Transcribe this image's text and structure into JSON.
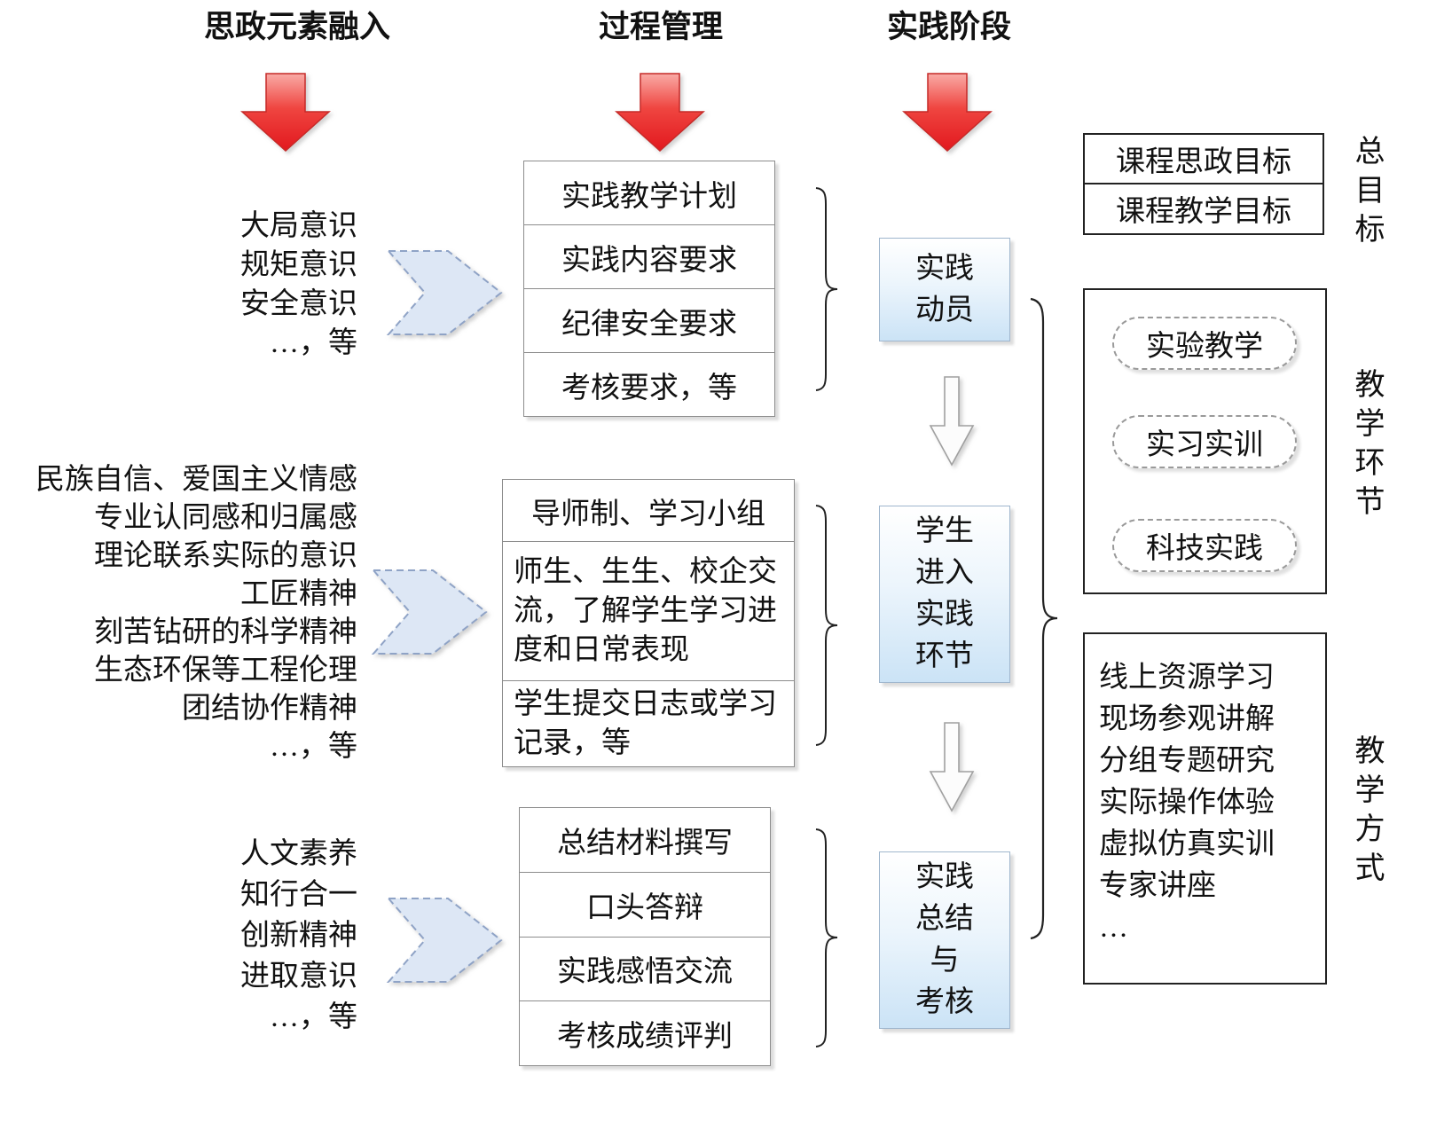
{
  "headers": {
    "ideology": "思政元素融入",
    "process": "过程管理",
    "practice": "实践阶段"
  },
  "left_blocks": [
    {
      "lines": [
        "大局意识",
        "规矩意识",
        "安全意识",
        "…，等"
      ]
    },
    {
      "lines": [
        "民族自信、爱国主义情感",
        "专业认同感和归属感",
        "理论联系实际的意识",
        "工匠精神",
        "刻苦钻研的科学精神",
        "生态环保等工程伦理",
        "团结协作精神",
        "…，等"
      ]
    },
    {
      "lines": [
        "人文素养",
        "知行合一",
        "创新精神",
        "进取意识",
        "…，等"
      ]
    }
  ],
  "process_boxes": [
    {
      "rows": [
        "实践教学计划",
        "实践内容要求",
        "纪律安全要求",
        "考核要求，等"
      ]
    },
    {
      "rows": [
        "导师制、学习小组",
        "师生、生生、校企交流，了解学生学习进度和日常表现",
        "学生提交日志或学习记录，等"
      ]
    },
    {
      "rows": [
        "总结材料撰写",
        "口头答辩",
        "实践感悟交流",
        "考核成绩评判"
      ]
    }
  ],
  "stage_boxes": [
    {
      "lines": [
        "实践",
        "动员"
      ]
    },
    {
      "lines": [
        "学生",
        "进入",
        "实践",
        "环节"
      ]
    },
    {
      "lines": [
        "实践",
        "总结",
        "与",
        "考核"
      ]
    }
  ],
  "right_panel": {
    "goal_box": {
      "rows": [
        "课程思政目标",
        "课程教学目标"
      ],
      "label": "总目标"
    },
    "link_box": {
      "items": [
        "实验教学",
        "实习实训",
        "科技实践"
      ],
      "label": "教学环节"
    },
    "method_box": {
      "lines": [
        "线上资源学习",
        "现场参观讲解",
        "分组专题研究",
        "实际操作体验",
        "虚拟仿真实训",
        "专家讲座",
        "…"
      ],
      "label": "教学方式"
    }
  },
  "colors": {
    "red_arrow": "#e2181e",
    "blue_arrow_fill": "#dde7f5",
    "stage_box_fill": "#cbe3f6",
    "border_dark": "#222222",
    "border_gray": "#8c8c8c"
  }
}
